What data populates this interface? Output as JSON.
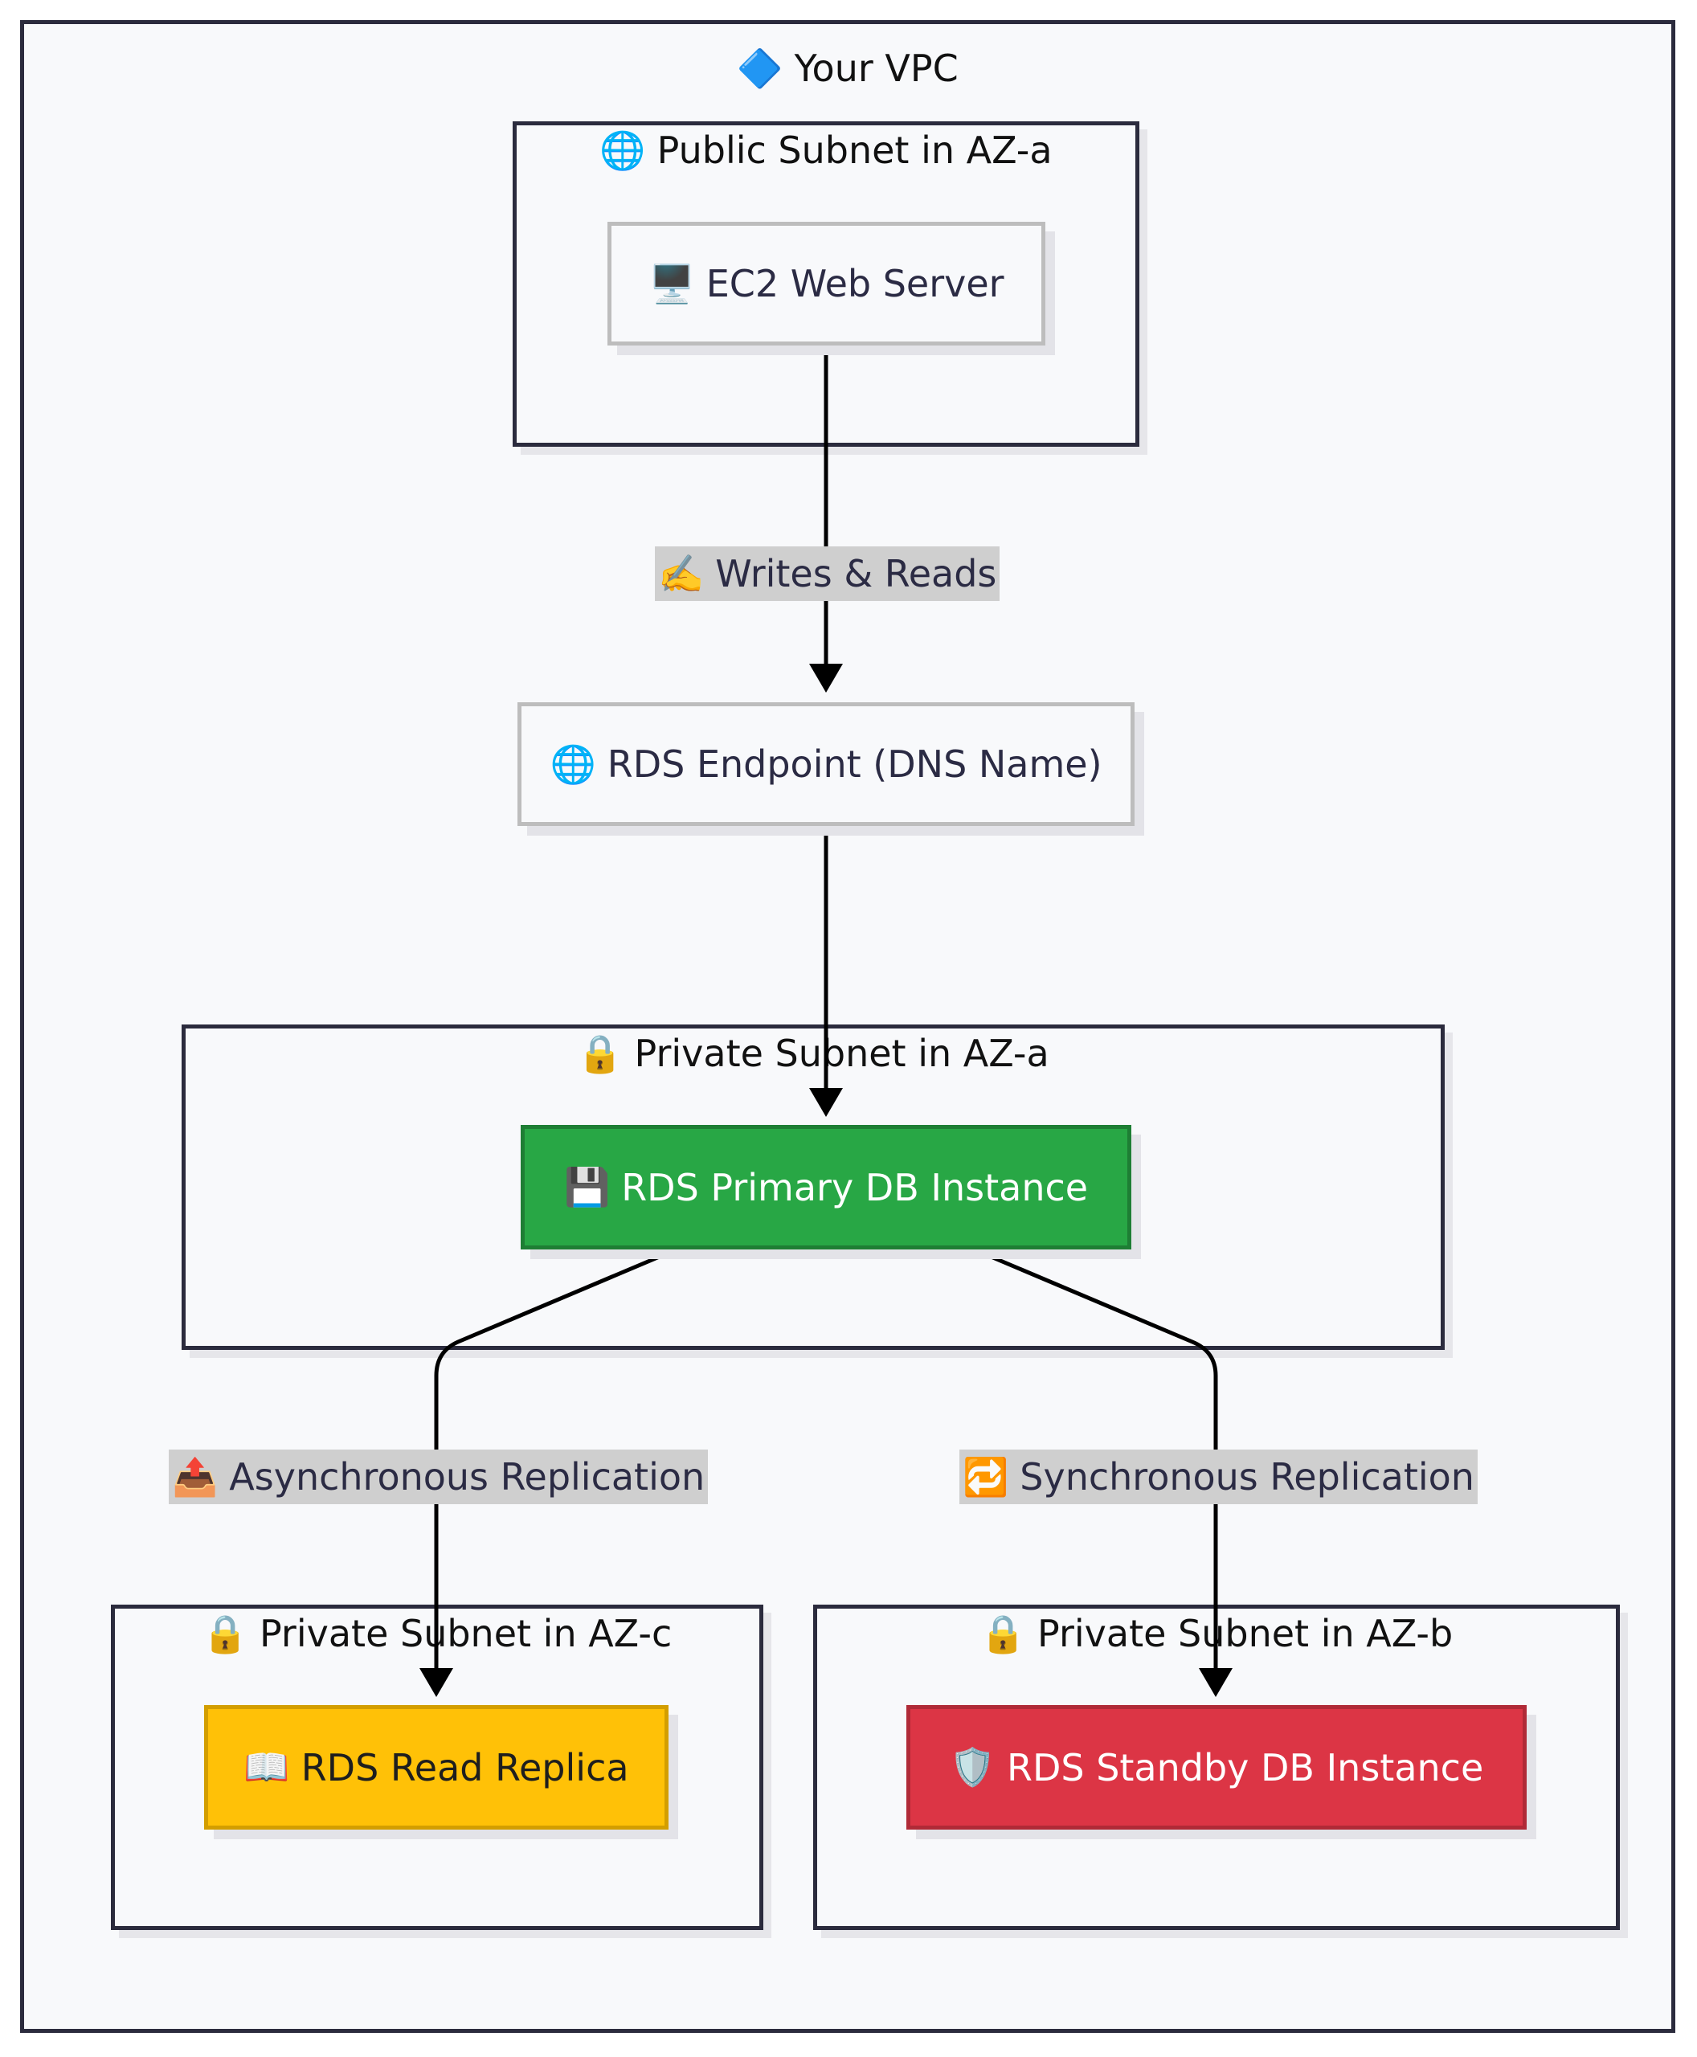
{
  "vpc": {
    "title": "Your VPC",
    "icon": "diamond-icon"
  },
  "clusters": {
    "public_a": {
      "title": "Public Subnet in AZ-a",
      "icon": "globe-icon"
    },
    "private_a": {
      "title": "Private Subnet in AZ-a",
      "icon": "lock-icon"
    },
    "private_c": {
      "title": "Private Subnet in AZ-c",
      "icon": "lock-icon"
    },
    "private_b": {
      "title": "Private Subnet in AZ-b",
      "icon": "lock-icon"
    }
  },
  "nodes": {
    "ec2": {
      "label": "EC2 Web Server",
      "icon": "desktop-icon"
    },
    "endpoint": {
      "label": "RDS Endpoint (DNS Name)",
      "icon": "globe-icon"
    },
    "primary": {
      "label": "RDS Primary DB Instance",
      "icon": "floppy-disk-icon",
      "color": "#28a745"
    },
    "replica": {
      "label": "RDS Read Replica",
      "icon": "book-icon",
      "color": "#ffc107"
    },
    "standby": {
      "label": "RDS Standby DB Instance",
      "icon": "shield-icon",
      "color": "#dc3545"
    }
  },
  "edges": {
    "writes_reads": {
      "label": "Writes & Reads",
      "icon": "writing-hand-icon"
    },
    "async": {
      "label": "Asynchronous Replication",
      "icon": "outbox-tray-icon"
    },
    "sync": {
      "label": "Synchronous Replication",
      "icon": "repeat-icon"
    }
  }
}
